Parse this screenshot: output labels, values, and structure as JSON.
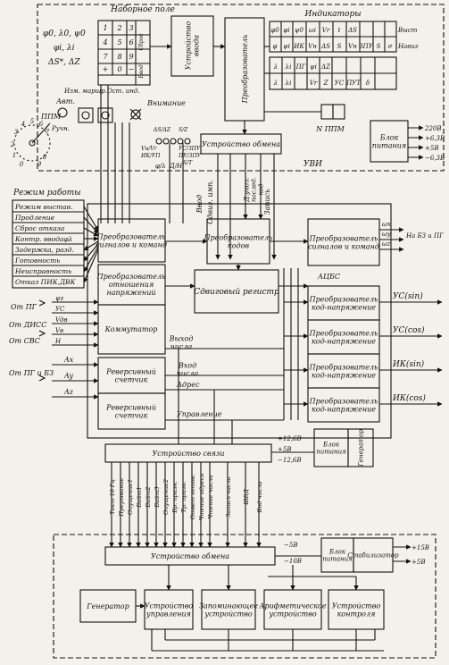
{
  "uvi": {
    "label": "УВИ",
    "keypad_title": "Наборное поле",
    "keys": [
      "1",
      "2",
      "3",
      "4",
      "5",
      "6",
      "7",
      "8",
      "9",
      "+",
      "0",
      "−"
    ],
    "keypad_side": [
      "Сброс",
      "Ввод"
    ],
    "keypad_params": [
      "φ0, λ0, ψ0",
      "φi, λi",
      "ΔS*, ΔZ"
    ],
    "input_device": "Устройство ввода",
    "converter": "Преобразователь",
    "indicators_title": "Индикаторы",
    "ind_row1": [
      "φ0",
      "φi",
      "ψ0",
      "ωi",
      "Vr",
      "t",
      "ΔS"
    ],
    "ind_row1_tail": "Выст",
    "ind_row2": [
      "φ",
      "ψi",
      "ИК",
      "Vн",
      "ΔS",
      "S",
      "Vн",
      "ЗПУ",
      "S",
      "σ"
    ],
    "ind_row2_tail": "Навиг",
    "ind_row3": [
      "λ",
      "λi",
      "ПГ",
      "ψi",
      "ΔZ"
    ],
    "ind_row4": [
      "λ",
      "λi",
      "Vr",
      "Z",
      "УС",
      "ПУТ",
      "δ"
    ],
    "exchange": "Устройство обмена",
    "n_ppm": "N  ППМ",
    "power": "Блок питания",
    "power_outs": [
      "220В",
      "+6,3В",
      "+5В",
      "−6,3В"
    ],
    "auto": "Авт.",
    "manual": "Ручн.",
    "ppm": "ППМ",
    "ppm_digits": [
      "0",
      "1",
      "2",
      "3",
      "4",
      "5",
      "6",
      "7",
      "8",
      "9"
    ],
    "change_route": "Изм. маршр.",
    "stop_ind": "Ост. инд.",
    "attention": "Внимание",
    "sw1": [
      "ΔS/ΔZ",
      "S/Z",
      "Vн/Vr",
      "УС/ЗПУ",
      "ИК/УП",
      "ПУ/ЗПУ",
      "S/T",
      "φ/λ",
      "Д/Н"
    ]
  },
  "mode": {
    "title": "Режим работы",
    "items": [
      "Режим выстав.",
      "Продление",
      "Сброс отказа",
      "Контр. вводаφλ",
      "Задержка, разд.",
      "Готовность",
      "Неисправность",
      "Отказ ПИК,ДВК"
    ]
  },
  "inputs": {
    "from_pg": "От ПГ",
    "from_diss": "От ДИСС",
    "from_svs": "От СВС",
    "from_pg_bz": "От ПГ и БЗ",
    "sig_a": [
      "ψг",
      "УС",
      "Vдв",
      "Vв",
      "H"
    ],
    "sig_b": [
      "Ax",
      "Ay",
      "Az"
    ]
  },
  "vert": [
    "Ввод",
    "Сдвиг. имп.",
    "Д.упол. послед. код",
    "Запись"
  ],
  "aucbs": {
    "label": "АЦБС",
    "conv_sig": "Преобразователь сигналов и команд",
    "ratio": "Преобразователь отношения напряжений",
    "commutator": "Коммутатор",
    "rev1": "Реверсивный счетчик",
    "rev2": "Реверсивный счетчик",
    "conv_codes": "Преобразователь кодов",
    "shift_reg": "Сдвиговый регистр",
    "conv_sig2": "Преобразователь сигналов и команд",
    "ckv": [
      "Преобразователь код-напряжение",
      "Преобразователь код-напряжение",
      "Преобразователь код-напряжение",
      "Преобразователь код-напряжение"
    ],
    "outs": [
      "УС(sin)",
      "УС(cos)",
      "ИК(sin)",
      "ИК(cos)"
    ],
    "omega": [
      "ωx",
      "ωy",
      "ωz"
    ],
    "omega_dest": "На БЗ и ПГ",
    "vyh": "Выход числа",
    "vhod": "Вход числа",
    "adr": "Адрес",
    "upr": "Управление",
    "comm": "Устройство связи",
    "power": "Блок питания",
    "gen": "Генератор",
    "volts": [
      "+12,6В",
      "+5В",
      "−12,6В"
    ]
  },
  "bus": [
    "Такт 10 Гц",
    "Прерывание",
    "Опущение1",
    "Байт1",
    "Байт2",
    "Байт3",
    "Опущение2",
    "Бр. призн.",
    "Тр. призн.",
    "Ответ готов.",
    "Чтение адреса",
    "Чтение числа",
    "Запись числа",
    "ШВД",
    "Код числа"
  ],
  "comp": {
    "exchange": "Устройство обмена",
    "volts": [
      "−5В",
      "−10В"
    ],
    "power": "Блок питания",
    "stab": "Стабилизатор",
    "outs": [
      "+15В",
      "+5В"
    ],
    "gen": "Генератор",
    "ctrl": "Устройство управления",
    "mem": "Запоминающее устройство",
    "alu": "Арифметическое устройство",
    "chk": "Устройство контроля"
  }
}
